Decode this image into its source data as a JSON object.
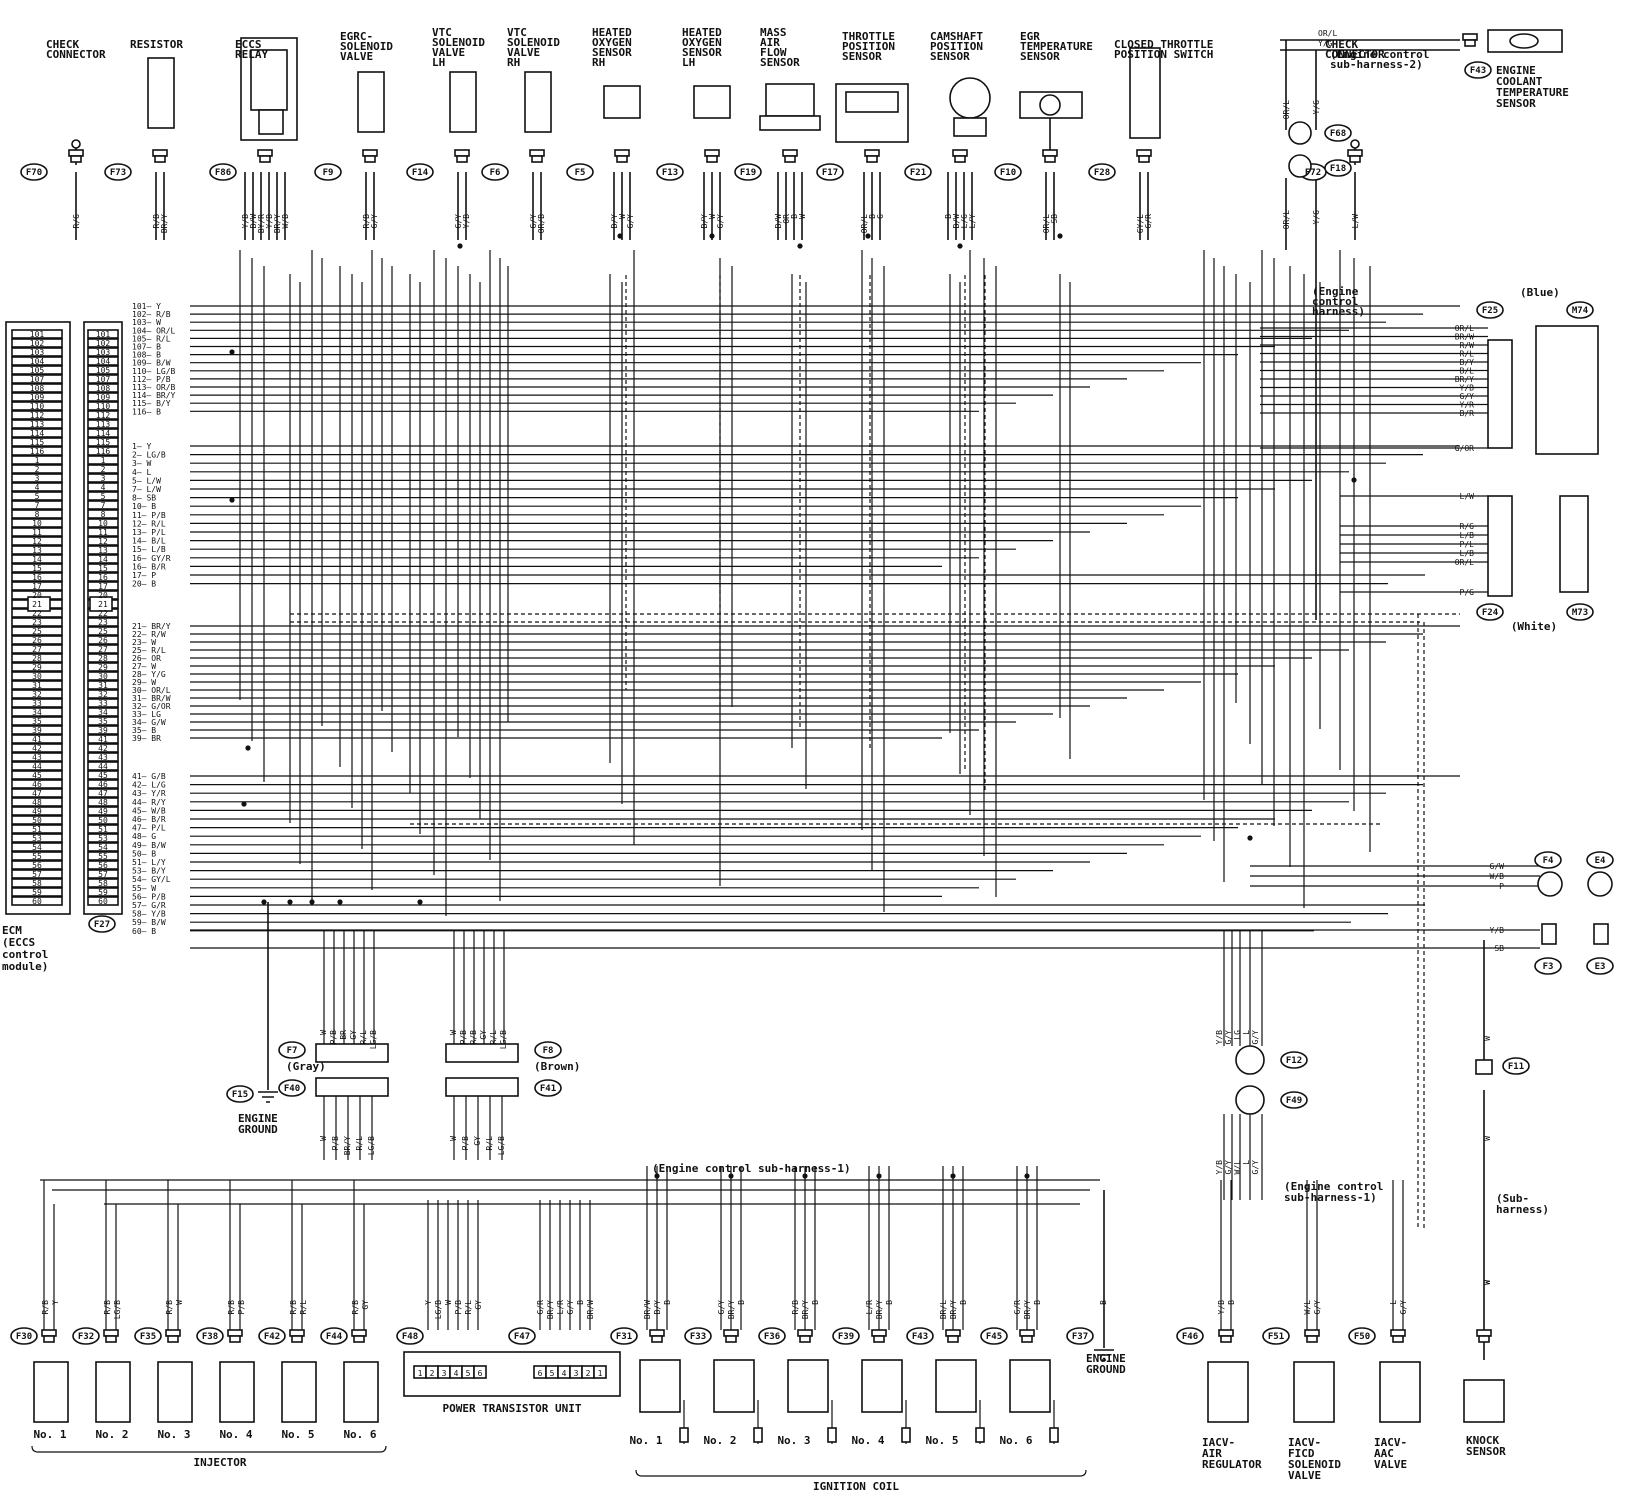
{
  "components_top": [
    {
      "id": "check-connector-left",
      "label": [
        "CHECK",
        "CONNECTOR"
      ],
      "connector": "F70",
      "wires": [
        "R/G"
      ]
    },
    {
      "id": "resistor",
      "label": [
        "RESISTOR"
      ],
      "connector": "F73",
      "wires": [
        "R/B",
        "BR/Y"
      ]
    },
    {
      "id": "eccs-relay",
      "label": [
        "ECCS",
        "RELAY"
      ],
      "connector": "F86",
      "wires": [
        "Y/B",
        "B/W",
        "BY/R",
        "Y/B",
        "BR/Y",
        "W/B"
      ]
    },
    {
      "id": "egrc-solenoid-valve",
      "label": [
        "EGRC-",
        "SOLENOID",
        "VALVE"
      ],
      "connector": "F9",
      "wires": [
        "R/B",
        "G/Y"
      ]
    },
    {
      "id": "vtc-solenoid-lh",
      "label": [
        "VTC",
        "SOLENOID",
        "VALVE",
        "LH"
      ],
      "connector": "F14",
      "wires": [
        "G/Y",
        "Y/B"
      ]
    },
    {
      "id": "vtc-solenoid-rh",
      "label": [
        "VTC",
        "SOLENOID",
        "VALVE",
        "RH"
      ],
      "connector": "F6",
      "wires": [
        "G/Y",
        "OR/B"
      ]
    },
    {
      "id": "heated-o2-rh",
      "label": [
        "HEATED",
        "OXYGEN",
        "SENSOR",
        "RH"
      ],
      "connector": "F5",
      "wires": [
        "B/Y",
        "W",
        "G/Y"
      ]
    },
    {
      "id": "heated-o2-lh",
      "label": [
        "HEATED",
        "OXYGEN",
        "SENSOR",
        "LH"
      ],
      "connector": "F13",
      "wires": [
        "B/Y",
        "W",
        "G/Y"
      ]
    },
    {
      "id": "maf-sensor",
      "label": [
        "MASS",
        "AIR",
        "FLOW",
        "SENSOR"
      ],
      "connector": "F19",
      "wires": [
        "B/W",
        "OR",
        "B",
        "W"
      ]
    },
    {
      "id": "tps",
      "label": [
        "THROTTLE",
        "POSITION",
        "SENSOR"
      ],
      "connector": "F17",
      "wires": [
        "OR/L",
        "B",
        "G"
      ]
    },
    {
      "id": "camshaft-position-sensor",
      "label": [
        "CAMSHAFT",
        "POSITION",
        "SENSOR"
      ],
      "connector": "F21",
      "wires": [
        "B",
        "B/W",
        "L/G",
        "L/Y"
      ]
    },
    {
      "id": "egr-temp-sensor",
      "label": [
        "EGR",
        "TEMPERATURE",
        "SENSOR"
      ],
      "connector": "F10",
      "wires": [
        "OR/L",
        "SB"
      ]
    },
    {
      "id": "closed-throttle-switch",
      "label": [
        "CLOSED THROTTLE",
        "POSITION SWITCH"
      ],
      "connector": "F28",
      "wires": [
        "GY/L",
        "G/R"
      ]
    },
    {
      "id": "check-connector-right",
      "label": [
        "CHECK",
        "CONNECTOR"
      ],
      "connector": "F72",
      "wires": [
        "L/W"
      ]
    }
  ],
  "coolant": {
    "label": [
      "ENGINE",
      "COOLANT",
      "TEMPERATURE",
      "SENSOR"
    ],
    "connector": "F43",
    "wires": [
      "OR/L",
      "Y/G"
    ],
    "harness": [
      "(Engine control",
      "sub-harness-2)"
    ],
    "joint_upper": "F68",
    "joint_lower": "F18",
    "down_wires": [
      "OR/L",
      "Y/G",
      "OR/L",
      "Y/G"
    ]
  },
  "ecm": {
    "label": [
      "ECM",
      "(ECCS",
      "control",
      "module)"
    ],
    "connector": "F27",
    "pins_group1": [
      {
        "n": "101",
        "c": "Y"
      },
      {
        "n": "102",
        "c": "R/B"
      },
      {
        "n": "103",
        "c": "W"
      },
      {
        "n": "104",
        "c": "OR/L"
      },
      {
        "n": "105",
        "c": "R/L"
      },
      {
        "n": "107",
        "c": "B"
      },
      {
        "n": "108",
        "c": "B"
      },
      {
        "n": "109",
        "c": "B/W"
      },
      {
        "n": "110",
        "c": "LG/B"
      },
      {
        "n": "112",
        "c": "P/B"
      },
      {
        "n": "113",
        "c": "OR/B"
      },
      {
        "n": "114",
        "c": "BR/Y"
      },
      {
        "n": "115",
        "c": "B/Y"
      },
      {
        "n": "116",
        "c": "B"
      }
    ],
    "pins_group2": [
      {
        "n": "1",
        "c": "Y"
      },
      {
        "n": "2",
        "c": "LG/B"
      },
      {
        "n": "3",
        "c": "W"
      },
      {
        "n": "4",
        "c": "L"
      },
      {
        "n": "5",
        "c": "L/W"
      },
      {
        "n": "7",
        "c": "L/W"
      },
      {
        "n": "8",
        "c": "SB"
      },
      {
        "n": "10",
        "c": "B"
      },
      {
        "n": "11",
        "c": "P/B"
      },
      {
        "n": "12",
        "c": "R/L"
      },
      {
        "n": "13",
        "c": "P/L"
      },
      {
        "n": "14",
        "c": "B/L"
      },
      {
        "n": "15",
        "c": "L/B"
      },
      {
        "n": "16",
        "c": "GY/R"
      },
      {
        "n": "16",
        "c": "B/R"
      },
      {
        "n": "17",
        "c": "P"
      },
      {
        "n": "20",
        "c": "B"
      }
    ],
    "pins_group3": [
      {
        "n": "21",
        "c": "BR/Y"
      },
      {
        "n": "22",
        "c": "R/W"
      },
      {
        "n": "23",
        "c": "W"
      },
      {
        "n": "25",
        "c": "R/L"
      },
      {
        "n": "26",
        "c": "OR"
      },
      {
        "n": "27",
        "c": "W"
      },
      {
        "n": "28",
        "c": "Y/G"
      },
      {
        "n": "29",
        "c": "W"
      },
      {
        "n": "30",
        "c": "OR/L"
      },
      {
        "n": "31",
        "c": "BR/W"
      },
      {
        "n": "32",
        "c": "G/OR"
      },
      {
        "n": "33",
        "c": "LG"
      },
      {
        "n": "34",
        "c": "G/W"
      },
      {
        "n": "35",
        "c": "B"
      },
      {
        "n": "39",
        "c": "BR"
      }
    ],
    "pins_group4": [
      {
        "n": "41",
        "c": "G/B"
      },
      {
        "n": "42",
        "c": "L/G"
      },
      {
        "n": "43",
        "c": "Y/R"
      },
      {
        "n": "44",
        "c": "R/Y"
      },
      {
        "n": "45",
        "c": "W/B"
      },
      {
        "n": "46",
        "c": "B/R"
      },
      {
        "n": "47",
        "c": "P/L"
      },
      {
        "n": "48",
        "c": "G"
      },
      {
        "n": "49",
        "c": "B/W"
      },
      {
        "n": "50",
        "c": "B"
      },
      {
        "n": "51",
        "c": "L/Y"
      },
      {
        "n": "53",
        "c": "B/Y"
      },
      {
        "n": "54",
        "c": "GY/L"
      },
      {
        "n": "55",
        "c": "W"
      },
      {
        "n": "56",
        "c": "P/B"
      },
      {
        "n": "57",
        "c": "G/R"
      },
      {
        "n": "58",
        "c": "Y/B"
      },
      {
        "n": "59",
        "c": "B/W"
      },
      {
        "n": "60",
        "c": "B"
      }
    ],
    "cells_left": [
      "101",
      "102",
      "103",
      "104",
      "105",
      "107",
      "108",
      "109",
      "110",
      "112",
      "113",
      "114",
      "115",
      "116",
      "1",
      "2",
      "3",
      "4",
      "5",
      "7",
      "8",
      "10",
      "11",
      "12",
      "13",
      "14",
      "15",
      "16",
      "17",
      "20",
      "21",
      "22",
      "23",
      "25",
      "26",
      "27",
      "28",
      "29",
      "30",
      "31",
      "32",
      "33",
      "34",
      "35",
      "39",
      "41",
      "42",
      "43",
      "44",
      "45",
      "46",
      "47",
      "48",
      "49",
      "50",
      "51",
      "53",
      "54",
      "55",
      "56",
      "57",
      "58",
      "59",
      "60"
    ]
  },
  "right_connectors": {
    "f25": {
      "id": "F25",
      "color": "(Blue)",
      "pair": "M74",
      "harness": [
        "(Engine",
        "control",
        "harness)"
      ],
      "wires": [
        "OR/L",
        "BR/W",
        "R/W",
        "R/L",
        "B/Y",
        "B/L",
        "BR/Y",
        "Y/B",
        "G/Y",
        "Y/R",
        "B/R",
        "G/OR"
      ]
    },
    "f24": {
      "id": "F24",
      "color": "(White)",
      "pair": "M73",
      "wires": [
        "L/W",
        "R/G",
        "L/B",
        "P/L",
        "L/B",
        "OR/L",
        "P/G"
      ]
    },
    "f4": {
      "id": "F4",
      "pair": "E4",
      "wires": [
        "G/W",
        "W/B",
        "P"
      ]
    },
    "f3": {
      "id": "F3",
      "pair": "E3",
      "wires": [
        "Y/B",
        "SB"
      ]
    }
  },
  "mid_connectors": {
    "f7": {
      "id": "F7",
      "note": "(Gray)",
      "top": [
        "W",
        "P/B",
        "BR",
        "GY",
        "R/L",
        "LG/B"
      ],
      "joint": "F40",
      "bottom": [
        "W",
        "P/B",
        "BR/Y",
        "R/L",
        "LG/B"
      ]
    },
    "f8": {
      "id": "F8",
      "note": "(Brown)",
      "top": [
        "W",
        "P/B",
        "R/B",
        "GY",
        "R/L",
        "LG/B"
      ],
      "joint": "F41",
      "bottom": [
        "W",
        "P/B",
        "GY",
        "R/L",
        "LG/B"
      ]
    },
    "engine_ground_left": {
      "connector": "F15",
      "label": [
        "ENGINE",
        "GROUND"
      ]
    },
    "f12": {
      "id": "F12",
      "top": [
        "Y/B",
        "G/Y",
        "LG",
        "L",
        "G/Y"
      ],
      "joint": "F49",
      "bottom": [
        "Y/B",
        "G/Y",
        "W/L",
        "L",
        "G/Y"
      ]
    },
    "f11": {
      "id": "F11",
      "wires": [
        "W",
        "W",
        "W"
      ],
      "harness": [
        "(Sub-",
        "harness)"
      ]
    },
    "harness_sub1_left": "(Engine control sub-harness-1)",
    "harness_sub1_right": [
      "(Engine control",
      "sub-harness-1)"
    ]
  },
  "injectors": {
    "title": "INJECTOR",
    "items": [
      {
        "c": "F30",
        "w": [
          "R/B",
          "Y"
        ],
        "label": "No. 1"
      },
      {
        "c": "F32",
        "w": [
          "R/B",
          "LG/B"
        ],
        "label": "No. 2"
      },
      {
        "c": "F35",
        "w": [
          "R/B",
          "W"
        ],
        "label": "No. 3"
      },
      {
        "c": "F38",
        "w": [
          "R/B",
          "P/B"
        ],
        "label": "No. 4"
      },
      {
        "c": "F42",
        "w": [
          "R/B",
          "R/L"
        ],
        "label": "No. 5"
      },
      {
        "c": "F44",
        "w": [
          "R/B",
          "GY"
        ],
        "label": "No. 6"
      }
    ]
  },
  "power_transistor": {
    "title": "POWER TRANSISTOR UNIT",
    "c1": "F48",
    "w1": [
      "Y",
      "LG/B",
      "W",
      "P/B",
      "R/L",
      "GY"
    ],
    "c2": "F47",
    "w2": [
      "G/R",
      "BR/Y",
      "L/R",
      "G/Y",
      "B",
      "BR/W"
    ],
    "pins_a": [
      "1",
      "2",
      "3",
      "4",
      "5",
      "6"
    ],
    "pins_b": [
      "6",
      "5",
      "4",
      "3",
      "2",
      "1"
    ]
  },
  "ignition": {
    "title": "IGNITION COIL",
    "items": [
      {
        "c": "F31",
        "w": [
          "BR/W",
          "B/Y",
          "B"
        ],
        "label": "No. 1"
      },
      {
        "c": "F33",
        "w": [
          "G/Y",
          "BR/Y",
          "B"
        ],
        "label": "No. 2"
      },
      {
        "c": "F36",
        "w": [
          "R/B",
          "BR/Y",
          "B"
        ],
        "label": "No. 3"
      },
      {
        "c": "F39",
        "w": [
          "L/R",
          "BR/Y",
          "B"
        ],
        "label": "No. 4"
      },
      {
        "c": "F43",
        "w": [
          "BR/L",
          "BR/Y",
          "B"
        ],
        "label": "No. 5"
      },
      {
        "c": "F45",
        "w": [
          "G/R",
          "BR/Y",
          "B"
        ],
        "label": "No. 6"
      }
    ],
    "ground_connector": "F37",
    "ground_wire": "B",
    "ground_label": [
      "ENGINE",
      "GROUND"
    ]
  },
  "iacv": [
    {
      "c": "F46",
      "w": [
        "Y/B",
        "B"
      ],
      "label": [
        "IACV-",
        "AIR",
        "REGULATOR"
      ]
    },
    {
      "c": "F51",
      "w": [
        "W/L",
        "G/Y"
      ],
      "label": [
        "IACV-",
        "FICD",
        "SOLENOID",
        "VALVE"
      ]
    },
    {
      "c": "F50",
      "w": [
        "L",
        "G/Y"
      ],
      "label": [
        "IACV-",
        "AAC",
        "VALVE"
      ]
    }
  ],
  "knock": {
    "wire": "W",
    "label": [
      "KNOCK",
      "SENSOR"
    ]
  }
}
